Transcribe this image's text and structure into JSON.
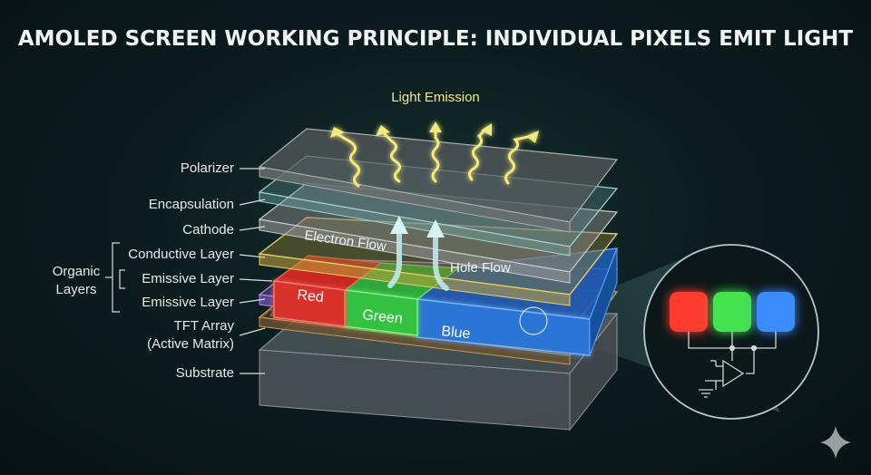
{
  "title": "AMOLED SCREEN WORKING PRINCIPLE: INDIVIDUAL PIXELS EMIT LIGHT",
  "light_emission": "Light Emission",
  "layers": {
    "polarizer": "Polarizer",
    "encapsulation": "Encapsulation",
    "cathode": "Cathode",
    "conductive": "Conductive Layer",
    "emissive_1": "Emissive Layer",
    "emissive_2": "Emissive Layer",
    "tft_line1": "TFT Array",
    "tft_line2": "(Active Matrix)",
    "substrate": "Substrate"
  },
  "organic_group": {
    "line1": "Organic",
    "line2": "Layers"
  },
  "flows": {
    "electron": "Electron Flow",
    "hole": "Hole Flow"
  },
  "pixels": {
    "red": "Red",
    "green": "Green",
    "blue": "Blue"
  },
  "colors": {
    "red": "#e8342c",
    "green": "#3fd14a",
    "blue": "#2f7fe6",
    "light": "#f3e97a",
    "background": "#0c1d1f"
  },
  "icons": {
    "corner": "sparkle-icon"
  }
}
